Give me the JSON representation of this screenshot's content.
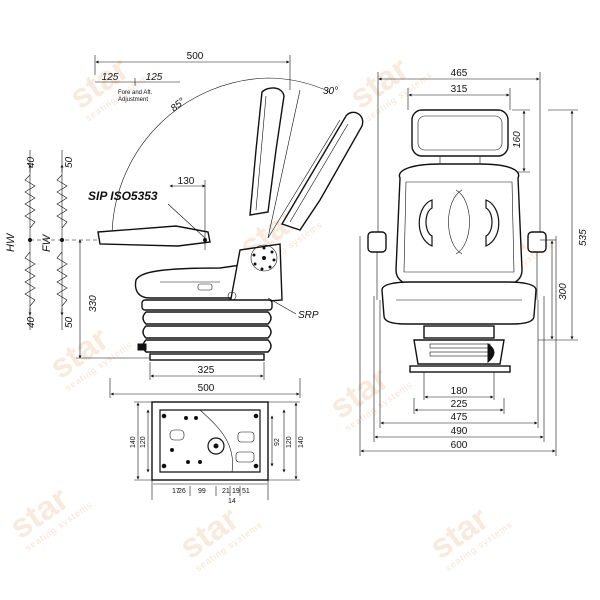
{
  "watermark": {
    "brand": "star",
    "tagline": "seating systems",
    "registered_mark": "®",
    "color": "#f3d9c2"
  },
  "side_view": {
    "top_width": "500",
    "fore_aft_left": "125",
    "fore_aft_right": "125",
    "fore_aft_label_1": "Fore and Aft.",
    "fore_aft_label_2": "Adjustment",
    "backrest_angle": "85°",
    "recline_angle": "30°",
    "sip_label": "SIP ISO5353",
    "sip_offset": "130",
    "srp_label": "SRP",
    "height": "330",
    "base_width_inner": "325",
    "base_width_outer": "500"
  },
  "adjusters": {
    "hw_label": "HW",
    "hw_up": "40",
    "hw_down": "40",
    "fw_label": "FW",
    "fw_up": "50",
    "fw_down": "50"
  },
  "front_view": {
    "overall_width": "465",
    "headrest_width": "315",
    "headrest_height": "160",
    "total_height": "535",
    "seat_height": "300",
    "base_180": "180",
    "base_225": "225",
    "width_475": "475",
    "width_490": "490",
    "width_600": "600"
  },
  "base_plate": {
    "left_outer": "140",
    "left_inner": "120",
    "right_a": "92",
    "right_b": "120",
    "right_c": "140",
    "bottom_1": "17",
    "bottom_2": "26",
    "bottom_3": "99",
    "bottom_4": "21",
    "bottom_5": "19",
    "bottom_6": "51",
    "bottom_7": "14"
  }
}
